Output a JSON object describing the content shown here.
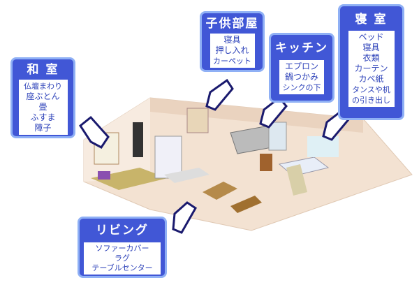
{
  "rooms": {
    "washitsu": {
      "title": "和 室",
      "items": [
        "仏壇まわり",
        "座ぶとん",
        "畳",
        "ふすま",
        "障子"
      ]
    },
    "kodomo": {
      "title": "子供部屋",
      "items": [
        "寝具",
        "押し入れ",
        "カーペット"
      ]
    },
    "kitchen": {
      "title": "キッチン",
      "items": [
        "エプロン",
        "鍋つかみ",
        "シンクの下"
      ]
    },
    "shinshitsu": {
      "title": "寝 室",
      "items": [
        "ベッド",
        "寝具",
        "衣類",
        "カーテン",
        "カベ紙",
        "タンスや机",
        "の引き出し"
      ]
    },
    "living": {
      "title": "リビング",
      "items": [
        "ソファーカバー",
        "ラグ",
        "テーブルセンター"
      ]
    }
  },
  "colors": {
    "box": "#4157d6",
    "border": "#8fb0f5",
    "text": "#2a3fb8"
  }
}
